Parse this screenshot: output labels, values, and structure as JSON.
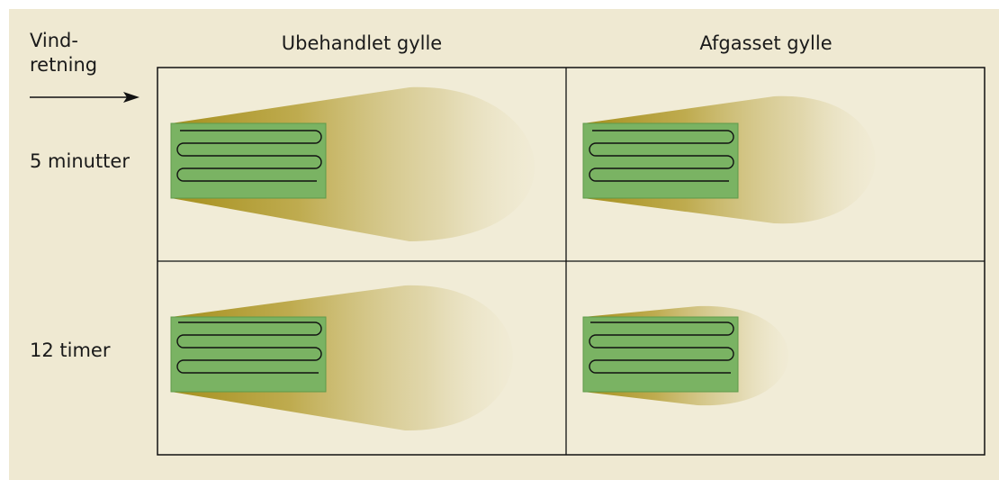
{
  "wind": {
    "line1": "Vind-",
    "line2": "retning"
  },
  "columns": [
    {
      "label": "Ubehandlet gylle"
    },
    {
      "label": "Afgasset gylle"
    }
  ],
  "rows": [
    {
      "label": "5 minutter"
    },
    {
      "label": "12 timer"
    }
  ],
  "colors": {
    "background": "#efe9d2",
    "panel": "#f0ebd5",
    "plume_dark": "#a58f1c",
    "field": "#7ab363",
    "field_border": "#5e9a4a",
    "line": "#111111"
  }
}
